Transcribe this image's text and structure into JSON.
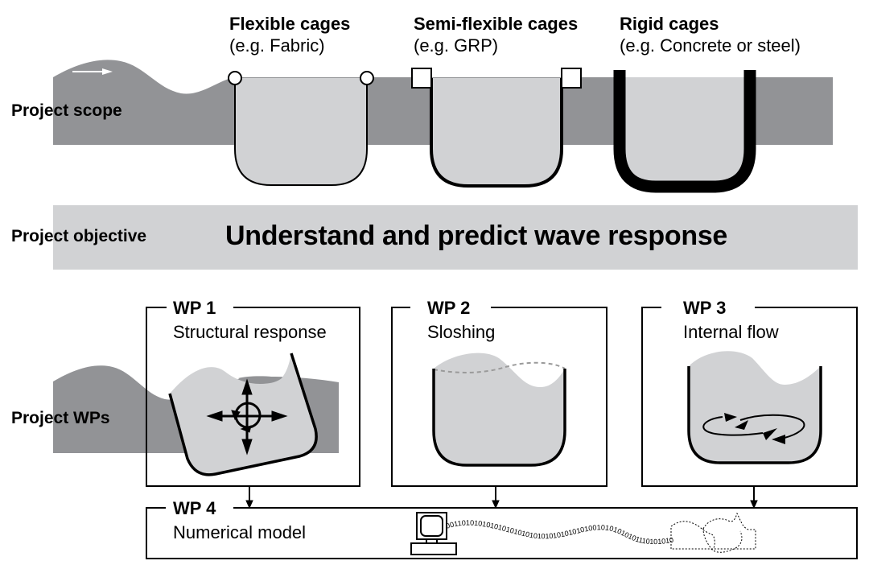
{
  "rows": {
    "scope_label": "Project scope",
    "objective_label": "Project objective",
    "wps_label": "Project WPs"
  },
  "cages": [
    {
      "title": "Flexible cages",
      "example": "(e.g. Fabric)",
      "rigidity": "flexible",
      "connector": "circle"
    },
    {
      "title": "Semi-flexible cages",
      "example": "(e.g. GRP)",
      "rigidity": "semi-flexible",
      "connector": "square"
    },
    {
      "title": "Rigid cages",
      "example": "(e.g. Concrete or steel)",
      "rigidity": "rigid",
      "connector": "none"
    }
  ],
  "objective": {
    "text": "Understand and predict wave response"
  },
  "work_packages": [
    {
      "id": "WP 1",
      "title": "Structural response",
      "icon": "structural-motion-arrows-icon"
    },
    {
      "id": "WP 2",
      "title": "Sloshing",
      "icon": "sloshing-surface-icon"
    },
    {
      "id": "WP 3",
      "title": "Internal flow",
      "icon": "circulating-flow-arrows-icon"
    },
    {
      "id": "WP 4",
      "title": "Numerical model",
      "icon": "computer-icon"
    }
  ],
  "numerical_model": {
    "binary_stream": "00110101010101010101010101010101010100101010101011101010101010010101"
  },
  "colors": {
    "water_dark": "#929396",
    "water_light": "#d1d2d4",
    "stroke": "#000000",
    "background": "#ffffff",
    "dashed_line": "#9a9a9a"
  }
}
